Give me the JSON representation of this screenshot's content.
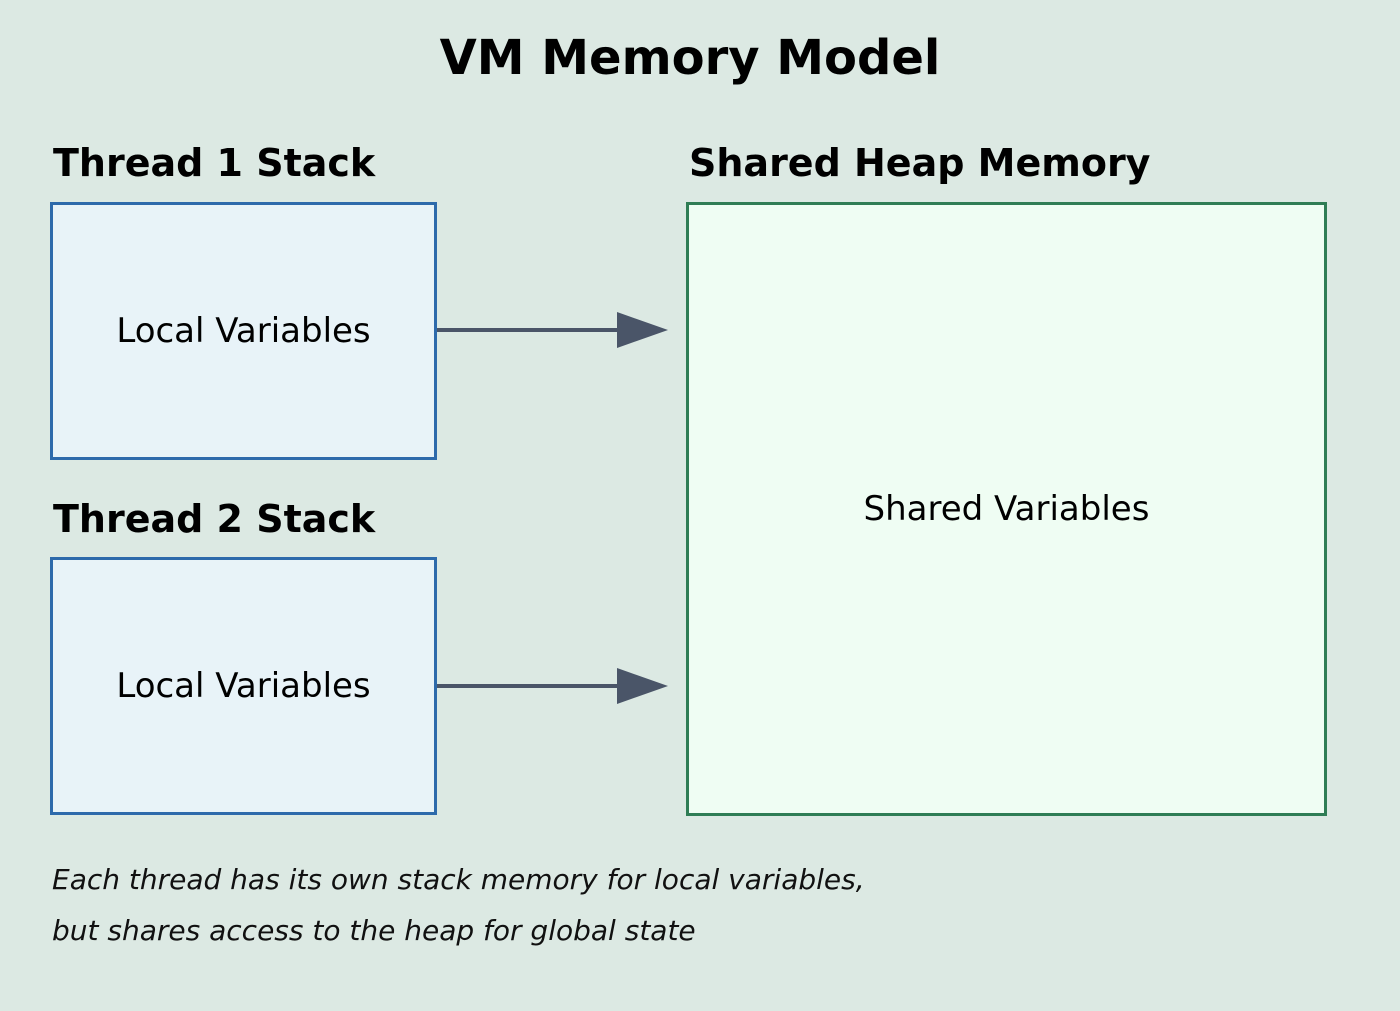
{
  "diagram": {
    "title": "VM Memory Model",
    "thread1": {
      "label": "Thread 1 Stack",
      "content": "Local Variables"
    },
    "thread2": {
      "label": "Thread 2 Stack",
      "content": "Local Variables"
    },
    "heap": {
      "label": "Shared Heap Memory",
      "content": "Shared Variables"
    },
    "caption": {
      "line1": "Each thread has its own stack memory for local variables,",
      "line2": "but shares access to the heap for global state"
    }
  },
  "colors": {
    "background": "#dce9e3",
    "stack_border": "#2d6aab",
    "stack_fill": "#e8f3f8",
    "heap_border": "#2f7d55",
    "heap_fill": "#effdf3",
    "arrow": "#4a5568"
  }
}
